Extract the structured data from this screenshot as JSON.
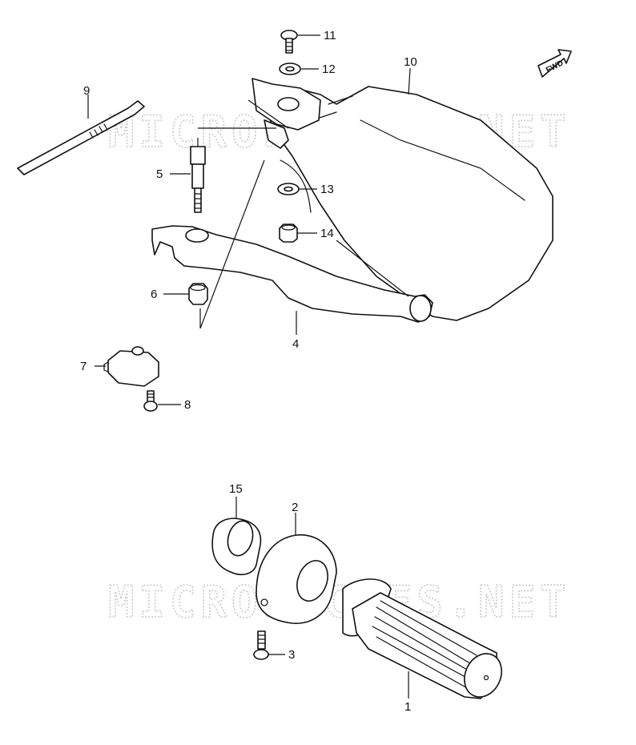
{
  "watermark": "MICROFICHES.NET",
  "fwd_label": "FWD",
  "callouts": {
    "p1": "1",
    "p2": "2",
    "p3": "3",
    "p4": "4",
    "p5": "5",
    "p6": "6",
    "p7": "7",
    "p8": "8",
    "p9": "9",
    "p10": "10",
    "p11": "11",
    "p12": "12",
    "p13": "13",
    "p14": "14",
    "p15": "15"
  }
}
